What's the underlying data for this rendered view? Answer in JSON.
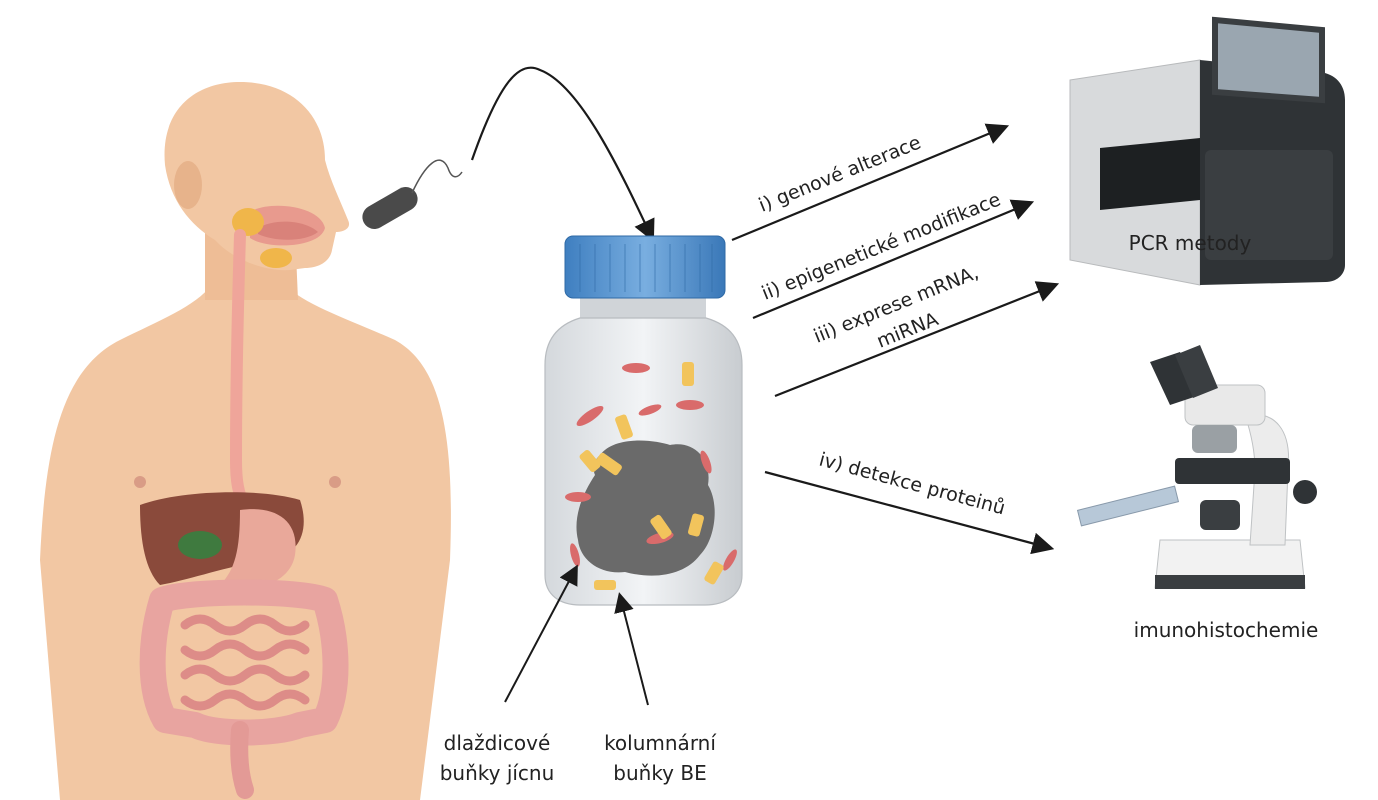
{
  "labels": {
    "genetic_alterations": "i) genové alterace",
    "epigenetic_modifications": "ii) epigenetické modifikace",
    "expression_line1": "iii) exprese mRNA,",
    "expression_line2": "miRNA",
    "protein_detection": "iv) detekce proteinů",
    "pcr_methods": "PCR metody",
    "immunohistochemistry": "imunohistochemie",
    "squamous_line1": "dlaždicové",
    "squamous_line2": "buňky jícnu",
    "columnar_line1": "kolumnární",
    "columnar_line2": "buňky BE"
  },
  "icons": {
    "human": "human-digestive-system-illustration",
    "capsule": "sponge-capsule-on-string",
    "jar": "specimen-jar-with-cells",
    "pcr": "pcr-machine",
    "microscope": "microscope"
  },
  "colors": {
    "skin": "#f2c7a3",
    "esophagus": "#efa59a",
    "liver": "#8a4a3b",
    "intestine": "#e8a4a0",
    "jar_lid": "#5a95cf",
    "squamous_cell": "#d96b6b",
    "columnar_cell": "#f2c45c",
    "tissue": "#6a6a6a",
    "arrow": "#1a1a1a"
  }
}
